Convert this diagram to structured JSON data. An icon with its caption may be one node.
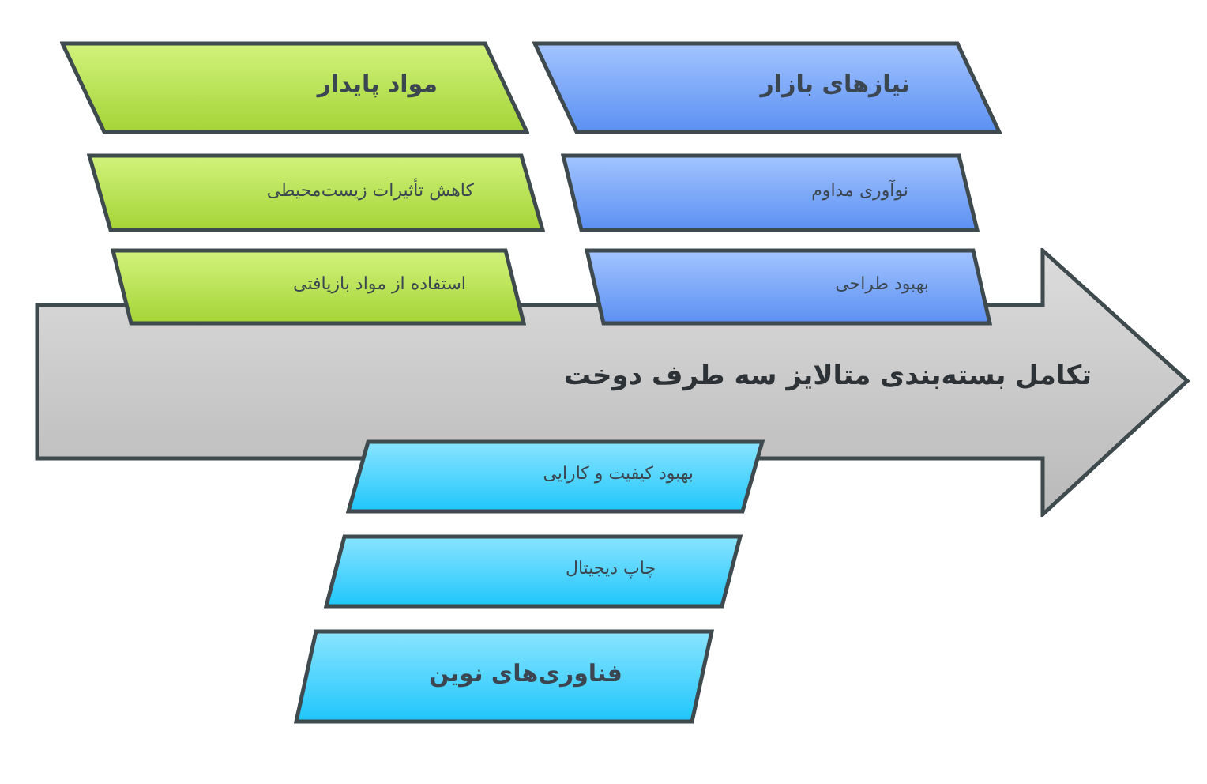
{
  "diagram": {
    "nodes": [
      {
        "text": [
          "مواد پایدار"
        ]
      },
      {
        "text": [
          "نیازهای بازار"
        ]
      },
      {
        "text": [
          "کاهش تأثیرات زیست‌محیطی"
        ]
      },
      {
        "text": [
          "نوآوری مداوم"
        ]
      },
      {
        "text": [
          "استفاده از مواد بازیافتی"
        ]
      },
      {
        "text": [
          "بهبود طراحی"
        ]
      },
      {
        "text": [
          "تکامل بسته‌بندی متالایز سه طرف دوخت"
        ]
      },
      {
        "text": [
          "بهبود کیفیت و کارایی"
        ]
      },
      {
        "text": [
          "چاپ دیجیتال"
        ]
      },
      {
        "text": [
          "فناوری‌های نوین"
        ]
      }
    ],
    "edges": []
  }
}
